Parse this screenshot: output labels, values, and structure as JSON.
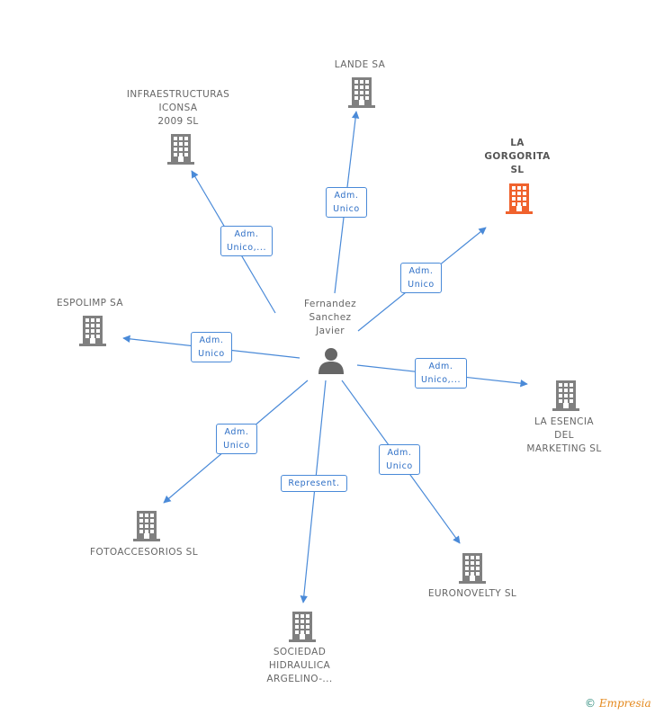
{
  "center": {
    "name": "Fernandez\nSanchez\nJavier"
  },
  "companies": [
    {
      "id": "lande",
      "name": "LANDE SA",
      "highlight": false
    },
    {
      "id": "infra",
      "name": "INFRAESTRUCTURAS\nICONSA\n2009 SL",
      "highlight": false
    },
    {
      "id": "gorgorita",
      "name": "LA\nGORGORITA\nSL",
      "highlight": true
    },
    {
      "id": "espolimp",
      "name": "ESPOLIMP SA",
      "highlight": false
    },
    {
      "id": "esencia",
      "name": "LA ESENCIA\nDEL\nMARKETING  SL",
      "highlight": false
    },
    {
      "id": "fotoaccesorios",
      "name": "FOTOACCESORIOS SL",
      "highlight": false
    },
    {
      "id": "euronovelty",
      "name": "EURONOVELTY SL",
      "highlight": false
    },
    {
      "id": "sociedad",
      "name": "SOCIEDAD\nHIDRAULICA\nARGELINO-...",
      "highlight": false
    }
  ],
  "edges": [
    {
      "to": "lande",
      "label": "Adm.\nUnico"
    },
    {
      "to": "infra",
      "label": "Adm.\nUnico,..."
    },
    {
      "to": "gorgorita",
      "label": "Adm.\nUnico"
    },
    {
      "to": "espolimp",
      "label": "Adm.\nUnico"
    },
    {
      "to": "esencia",
      "label": "Adm.\nUnico,..."
    },
    {
      "to": "fotoaccesorios",
      "label": "Adm.\nUnico"
    },
    {
      "to": "euronovelty",
      "label": "Adm.\nUnico"
    },
    {
      "to": "sociedad",
      "label": "Represent."
    }
  ],
  "colors": {
    "edge": "#4a8ad8",
    "building": "#808080",
    "building_highlight": "#f0622d",
    "person": "#666666"
  },
  "footer": {
    "copyright": "©",
    "brand": "Empresia"
  }
}
